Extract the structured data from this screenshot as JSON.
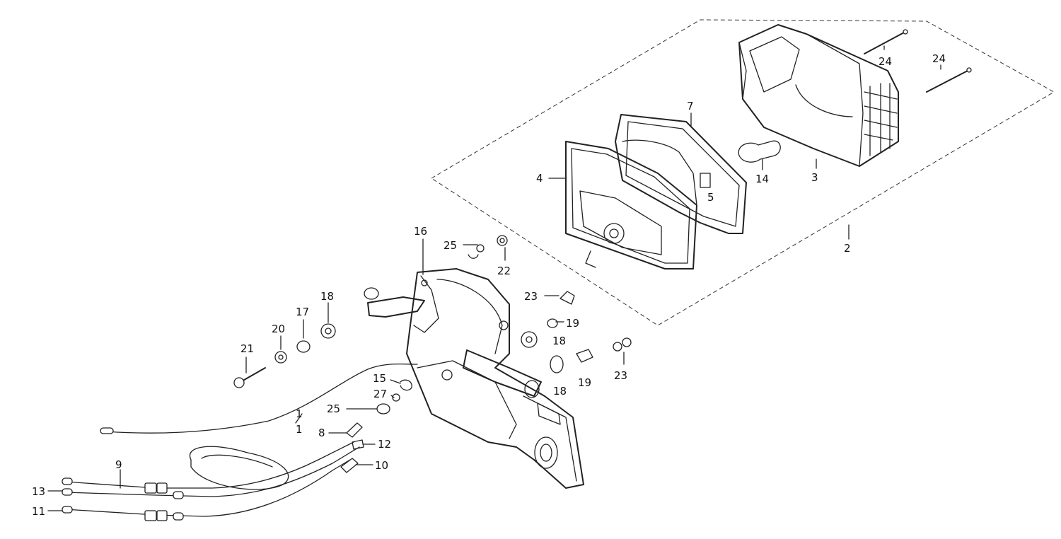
{
  "diagram": {
    "type": "exploded-parts-diagram",
    "callouts": {
      "c1": "1",
      "c2": "2",
      "c3": "3",
      "c4": "4",
      "c5": "5",
      "c7": "7",
      "c8": "8",
      "c9": "9",
      "c10": "10",
      "c11": "11",
      "c12": "12",
      "c13": "13",
      "c14": "14",
      "c15": "15",
      "c16": "16",
      "c17": "17",
      "c18a": "18",
      "c18b": "18",
      "c18c": "18",
      "c19a": "19",
      "c19b": "19",
      "c20": "20",
      "c21": "21",
      "c22": "22",
      "c23a": "23",
      "c23b": "23",
      "c24a": "24",
      "c24b": "24",
      "c25a": "25",
      "c25b": "25",
      "c27": "27"
    }
  }
}
